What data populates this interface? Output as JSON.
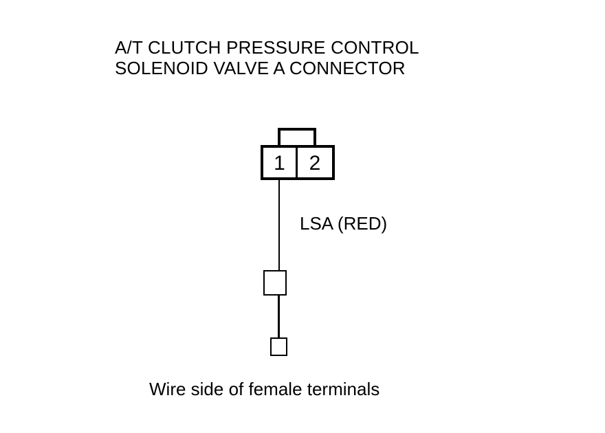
{
  "diagram": {
    "title_lines": [
      "A/T CLUTCH PRESSURE CONTROL",
      "SOLENOID VALVE A CONNECTOR"
    ],
    "connector": {
      "tab_label": "locking-tab",
      "terminals": [
        {
          "number": "1"
        },
        {
          "number": "2"
        }
      ]
    },
    "wire": {
      "label": "LSA (RED)",
      "color_name": "RED",
      "circuit_code": "LSA",
      "from_terminal": "1"
    },
    "caption": "Wire side of female terminals",
    "colors": {
      "line": "#000000",
      "background": "#ffffff",
      "text": "#000000"
    }
  }
}
